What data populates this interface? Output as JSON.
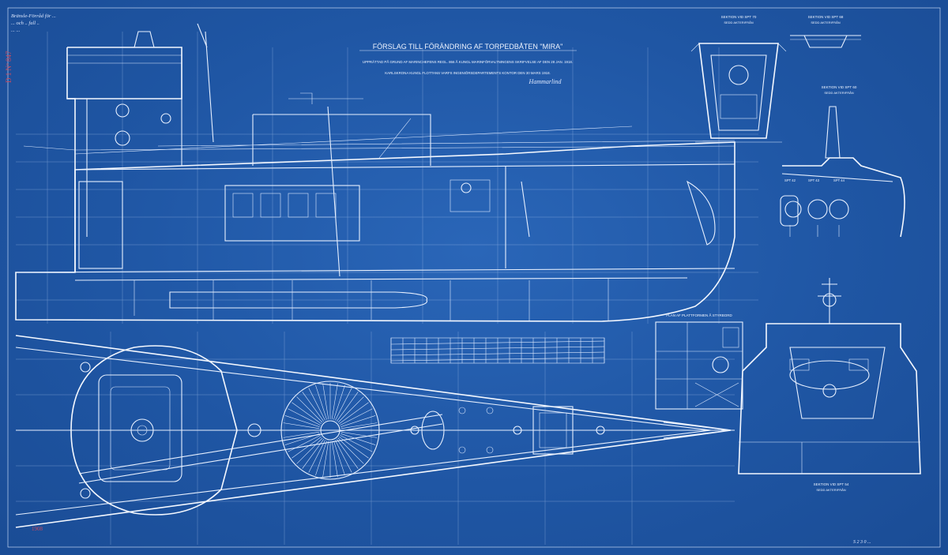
{
  "title": {
    "main": "FÖRSLAG TILL FÖRÄNDRING AF TORPEDBÅTEN \"MIRA\"",
    "line1": "UPPRÄTTAD PÅ GRUND AF MARINCHEFENS REGL. 866 Å KUNGL MARINFÖRVALTNINGENS SKRIFVELSE AF DEN 28 JAN. 1918.",
    "line2": "KARLSKRONA KUNGL FLOTTANS VARFS INGENIÖRSDEPARTEMENTS KONTOR DEN 30 MARS 1918.",
    "signature": "Hammarlind"
  },
  "handwritten_note": [
    "Bränsle-Förråd för ...",
    "... och .. fall ..",
    "... ..."
  ],
  "margin_mark": "D 1 Nº 847",
  "sections": {
    "s70": "SEKTION VID SPT 70",
    "s70_sub": "SEDD AKTERIFRÅN",
    "s68": "SEKTION VID SPT 68",
    "s68_sub": "SEDD AKTERIFRÅN",
    "s60": "SEKTION VID SPT 60",
    "s60_sub": "SEDD AKTERIFRÅN",
    "s54": "SEKTION VID SPT 54",
    "s54_sub": "SEDD AKTERIFRÅN"
  },
  "platform_plan": "PLAN AF PLATTFORMEN Å STYRBORD",
  "small_sections": [
    "SPT 42",
    "SPT 43",
    "SPT 44"
  ],
  "stamp_bottom_left": "1908",
  "bottom_right_note": "S 2 3 0 ..."
}
